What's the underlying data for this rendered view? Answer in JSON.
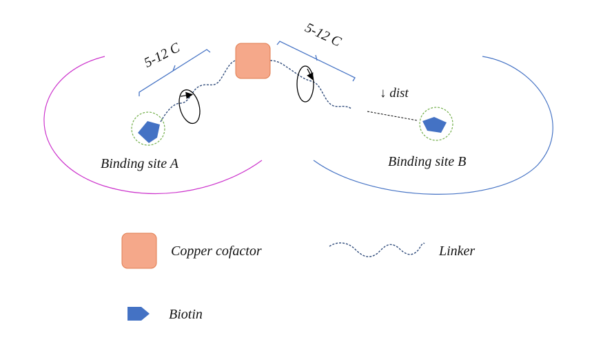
{
  "diagram": {
    "left_bracket_label": "5-12 C",
    "right_bracket_label": "5-12 C",
    "distance_label": "↓ dist",
    "binding_site_a_label": "Binding site A",
    "binding_site_b_label": "Binding site B"
  },
  "legend": {
    "copper_label": "Copper cofactor",
    "linker_label": "Linker",
    "biotin_label": "Biotin"
  },
  "colors": {
    "copper_fill": "#f5a88a",
    "copper_stroke": "#e07b4e",
    "biotin": "#4472c4",
    "linker": "#2e4a7a",
    "bracket": "#4472c4",
    "site_a_arc": "#cc33cc",
    "site_b_arc": "#4472c4",
    "binding_circle": "#70ad47"
  },
  "icons": [
    "copper-cofactor-square",
    "biotin-pentagon",
    "rotation-arrow-icon"
  ]
}
